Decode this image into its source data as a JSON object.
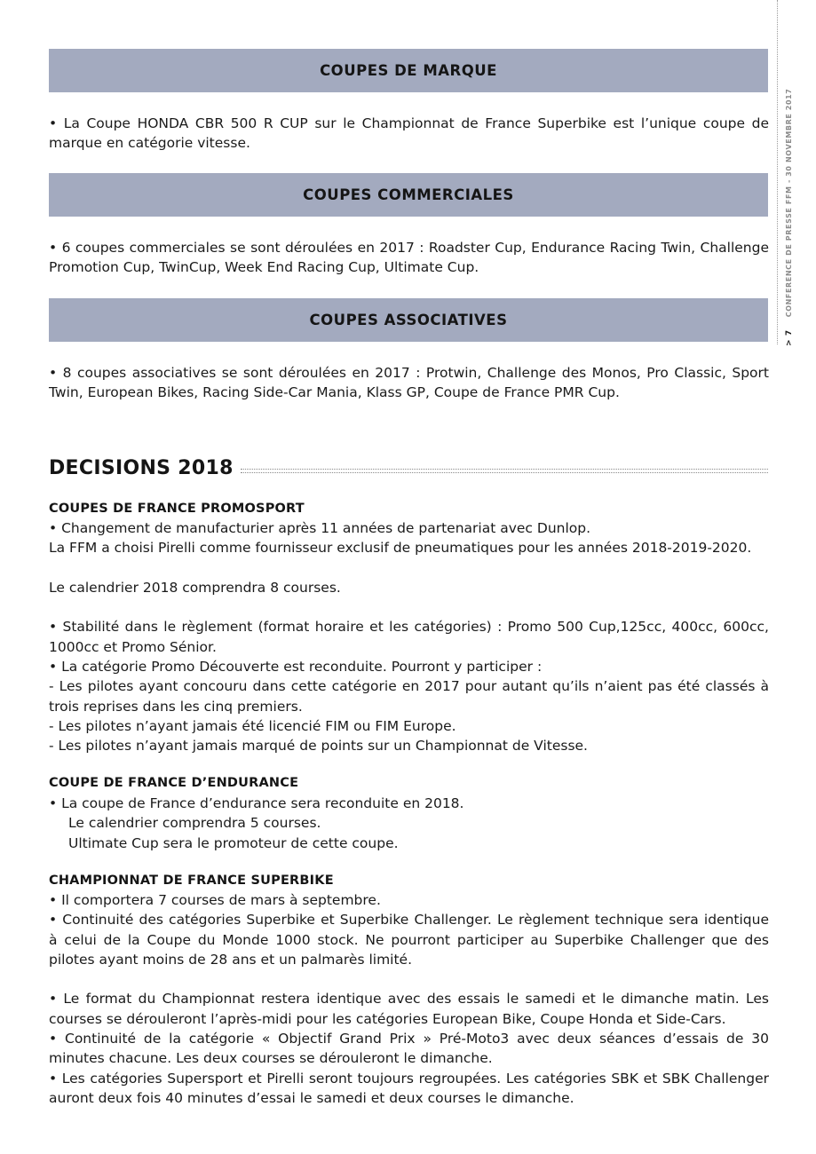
{
  "sidebar": {
    "page_number": "> 7",
    "label": "CONFERENCE DE PRESSE FFM - 30 NOVEMBRE 2017"
  },
  "sections": {
    "marque": {
      "title": "COUPES DE MARQUE",
      "text": "• La Coupe HONDA CBR 500 R CUP sur le Championnat de France Superbike est l’unique coupe de marque en catégorie vitesse."
    },
    "commerciales": {
      "title": "COUPES COMMERCIALES",
      "text": "• 6 coupes commerciales se sont déroulées en 2017 : Roadster Cup, Endurance Racing Twin, Challenge Promotion Cup, TwinCup, Week End Racing Cup, Ultimate Cup."
    },
    "associatives": {
      "title": "COUPES ASSOCIATIVES",
      "text": "• 8 coupes associatives se sont déroulées en 2017 : Protwin, Challenge des Monos, Pro Classic, Sport Twin, European Bikes, Racing Side-Car Mania, Klass GP, Coupe de France PMR Cup."
    }
  },
  "decisions": {
    "title": "DECISIONS 2018",
    "promosport": {
      "title": "COUPES DE FRANCE PROMOSPORT",
      "l1": "• Changement de manufacturier après 11 années de partenariat avec Dunlop.",
      "l2": "La FFM a choisi Pirelli comme fournisseur exclusif de pneumatiques pour les années 2018-2019-2020.",
      "l3": "Le calendrier 2018 comprendra 8 courses.",
      "l4": "• Stabilité dans le règlement (format horaire et les catégories) : Promo 500 Cup,125cc, 400cc, 600cc, 1000cc et Promo Sénior.",
      "l5": "• La catégorie Promo Découverte est reconduite. Pourront y participer :",
      "l6": "- Les pilotes ayant concouru dans cette catégorie en 2017 pour autant qu’ils n’aient pas été classés à trois reprises dans les cinq premiers.",
      "l7": "- Les pilotes n’ayant jamais été licencié FIM ou FIM Europe.",
      "l8": "- Les pilotes n’ayant jamais marqué de points sur un Championnat de Vitesse."
    },
    "endurance": {
      "title": "COUPE DE FRANCE D’ENDURANCE",
      "l1": "• La coupe de France d’endurance sera reconduite en 2018.",
      "l2": "Le calendrier comprendra 5 courses.",
      "l3": "Ultimate Cup sera le promoteur de cette coupe."
    },
    "superbike": {
      "title": "CHAMPIONNAT DE FRANCE SUPERBIKE",
      "l1": "• Il comportera 7 courses de mars à septembre.",
      "l2": "• Continuité des catégories Superbike et Superbike Challenger. Le règlement technique sera identique à celui de la Coupe du Monde 1000 stock. Ne pourront participer au Superbike Challenger que des pilotes ayant moins de 28 ans et un palmarès limité.",
      "l3": "• Le format du Championnat restera identique avec des essais le samedi et le dimanche matin. Les courses se dérouleront l’après-midi pour les catégories European Bike, Coupe Honda et Side-Cars.",
      "l4": "• Continuité de la catégorie « Objectif Grand Prix » Pré-Moto3 avec deux séances d’essais de 30 minutes chacune. Les deux courses se dérouleront le dimanche.",
      "l5": "• Les catégories Supersport et Pirelli seront toujours regroupées. Les catégories SBK et SBK Challenger auront deux fois 40 minutes d’essai le samedi et deux courses le dimanche."
    }
  }
}
